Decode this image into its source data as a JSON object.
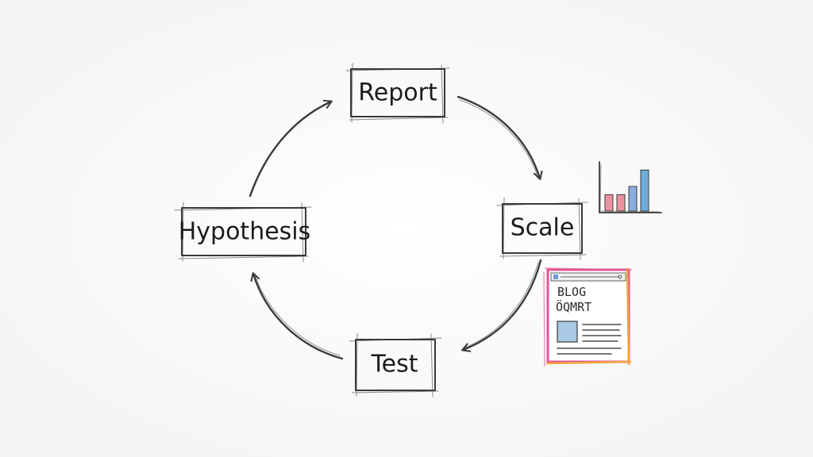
{
  "cycle": {
    "nodes": [
      {
        "id": "report",
        "label": "Report"
      },
      {
        "id": "scale",
        "label": "Scale"
      },
      {
        "id": "test",
        "label": "Test"
      },
      {
        "id": "hypothesis",
        "label": "Hypothesis"
      }
    ]
  },
  "blog_card": {
    "title": "BLOG",
    "subtitle": "ÖQMRT"
  },
  "mini_chart": {
    "bars": [
      {
        "value": 2,
        "color": "#e8788a"
      },
      {
        "value": 2,
        "color": "#e8788a"
      },
      {
        "value": 3,
        "color": "#6f9ad6"
      },
      {
        "value": 5,
        "color": "#4a9ad8"
      }
    ],
    "max": 6
  },
  "colors": {
    "ink": "#3a3a3a",
    "blog_border_pink": "#e2559a",
    "blog_border_orange": "#f2a93b",
    "image_fill": "#a9c9e4"
  }
}
